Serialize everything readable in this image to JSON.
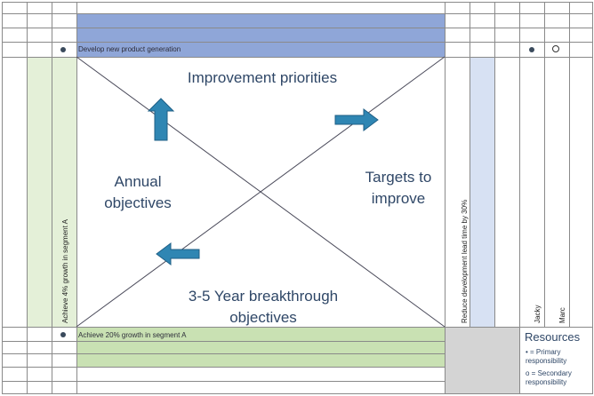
{
  "top": {
    "objective": "Develop new product generation"
  },
  "bottom": {
    "objective": "Achieve 20% growth in segment A"
  },
  "left": {
    "objective": "Achieve 4% growth in segment A"
  },
  "right": {
    "objective": "Reduce development lead time by 30%"
  },
  "center": {
    "improvement": "Improvement priorities",
    "annual": "Annual objectives",
    "targets": "Targets to improve",
    "breakthrough": "3-5 Year breakthrough objectives"
  },
  "people": [
    "Jacky",
    "Marc"
  ],
  "resources": {
    "title": "Resources",
    "primary": "• = Primary responsibility",
    "secondary": "o = Secondary responsibility"
  },
  "colors": {
    "blue": "#8fa6d8",
    "green": "#c9e1b3",
    "light_green": "#e4f0d8",
    "light_blue": "#d7e1f3",
    "gray": "#d4d4d4",
    "arrow": "#2f86b3"
  }
}
